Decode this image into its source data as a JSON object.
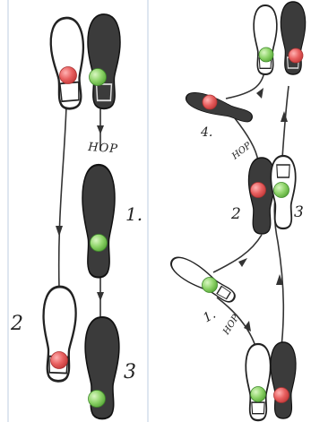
{
  "labels": {
    "left_hop": "HOP",
    "left_step_1": "1.",
    "left_step_2": "2",
    "left_step_3": "3",
    "right_hop_upper": "HOP",
    "right_hop_lower": "HOP",
    "right_step_1": "1.",
    "right_step_2": "2",
    "right_step_3": "3",
    "right_step_4": "4."
  },
  "colors": {
    "red_marker": "#e86060",
    "green_marker": "#8fd46a",
    "dark_shoe": "#3b3b3b",
    "light_shoe": "#ffffff"
  }
}
